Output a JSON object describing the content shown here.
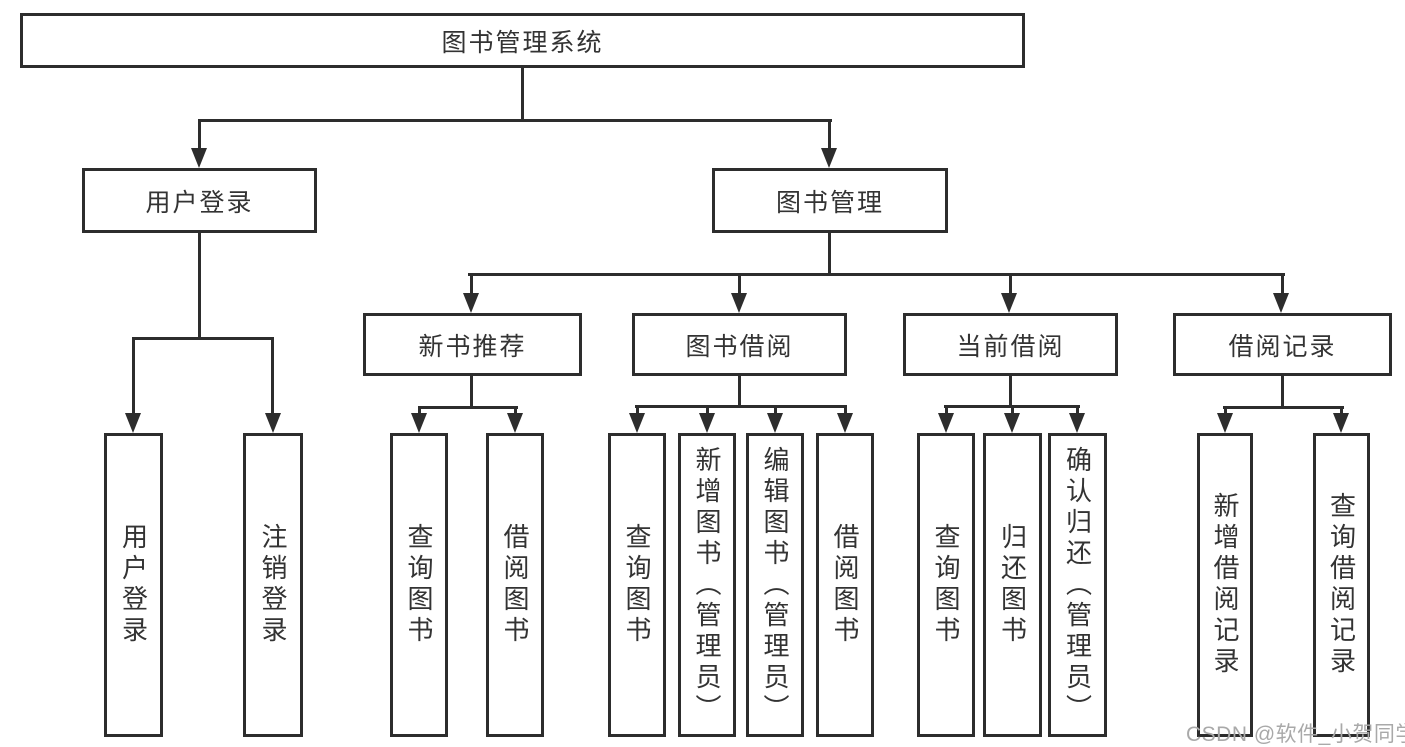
{
  "diagram_type": "hierarchy-tree",
  "colors": {
    "line": "#2d2d2d",
    "text": "#333333",
    "background": "#ffffff",
    "watermark": "#a9a9a9"
  },
  "tree": {
    "label": "图书管理系统",
    "children": [
      {
        "label": "用户登录",
        "children": [
          {
            "label": "用户登录"
          },
          {
            "label": "注销登录"
          }
        ]
      },
      {
        "label": "图书管理",
        "children": [
          {
            "label": "新书推荐",
            "children": [
              {
                "label": "查询图书"
              },
              {
                "label": "借阅图书"
              }
            ]
          },
          {
            "label": "图书借阅",
            "children": [
              {
                "label": "查询图书"
              },
              {
                "label": "新增图书（管理员）"
              },
              {
                "label": "编辑图书（管理员）"
              },
              {
                "label": "借阅图书"
              }
            ]
          },
          {
            "label": "当前借阅",
            "children": [
              {
                "label": "查询图书"
              },
              {
                "label": "归还图书"
              },
              {
                "label": "确认归还（管理员）"
              }
            ]
          },
          {
            "label": "借阅记录",
            "children": [
              {
                "label": "新增借阅记录"
              },
              {
                "label": "查询借阅记录"
              }
            ]
          }
        ]
      }
    ]
  },
  "watermark": "CSDN @软件_小贺同学"
}
